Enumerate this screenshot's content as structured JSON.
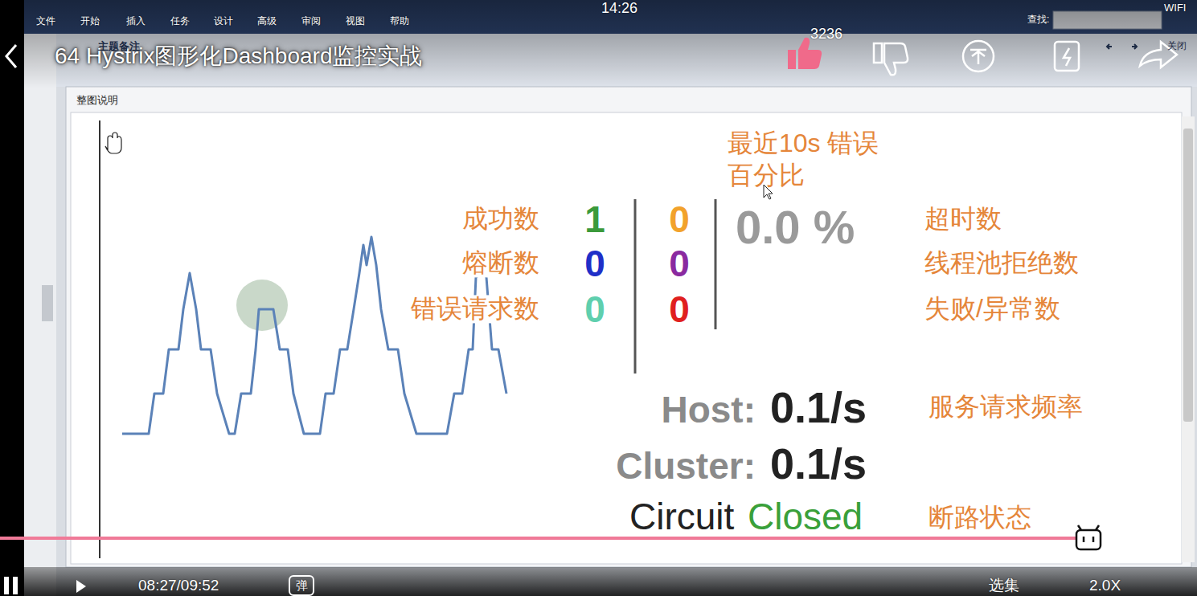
{
  "diagram": {
    "title": "64 Hystrix图形化Dashboard监控实战",
    "labels": [
      "14:26",
      "WIFI",
      "文件",
      "开始",
      "插入",
      "任务",
      "设计",
      "高级",
      "审阅",
      "视图",
      "帮助",
      "查找:",
      "3236",
      "关闭",
      "主题备注",
      "整图说明",
      "最近10s 错误百分比",
      "成功数",
      "1",
      "0",
      "0.0 %",
      "超时数",
      "熔断数",
      "0",
      "0",
      "线程池拒绝数",
      "错误请求数",
      "0",
      "0",
      "失败/异常数",
      "Host:",
      "0.1/s",
      "服务请求频率",
      "Cluster:",
      "0.1/s",
      "Circuit",
      "Closed",
      "断路状态",
      "08:27/09:52",
      "弹",
      "选集",
      "2.0X"
    ]
  }
}
